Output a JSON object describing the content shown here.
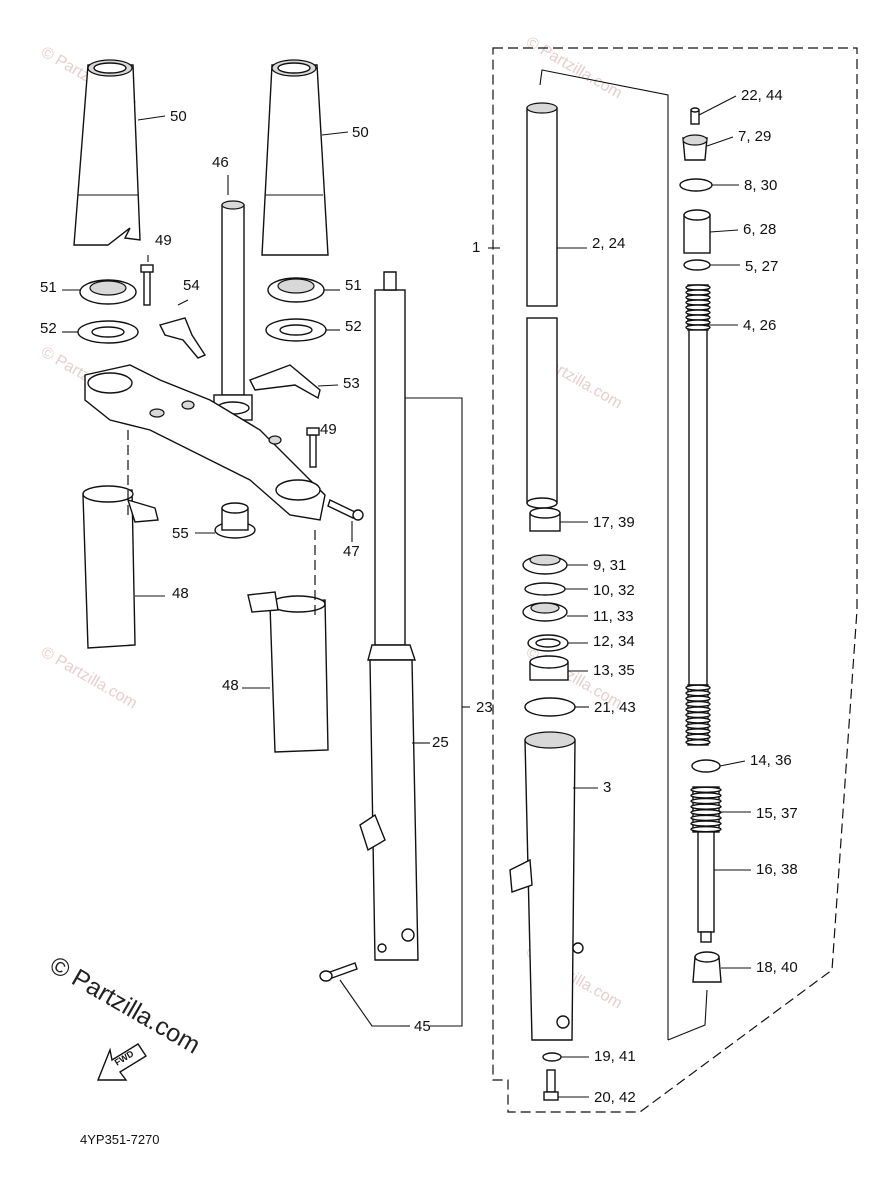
{
  "diagram": {
    "watermark": "© Partzilla.com",
    "logo": "© Partzilla.com",
    "code": "4YP351-7270",
    "fwd_label": "FWD",
    "labels": [
      {
        "text": "50",
        "part": "fork-boot-50-left"
      },
      {
        "text": "50",
        "part": "fork-boot-50-right"
      },
      {
        "text": "46",
        "part": "steering-stem-46"
      },
      {
        "text": "49",
        "part": "bolt-49-top"
      },
      {
        "text": "51",
        "part": "bearing-51-left"
      },
      {
        "text": "54",
        "part": "clip-54"
      },
      {
        "text": "51",
        "part": "bearing-51-right"
      },
      {
        "text": "52",
        "part": "seal-52-left"
      },
      {
        "text": "52",
        "part": "seal-52-right"
      },
      {
        "text": "53",
        "part": "clip-53"
      },
      {
        "text": "49",
        "part": "bolt-49-lower"
      },
      {
        "text": "55",
        "part": "collar-55"
      },
      {
        "text": "47",
        "part": "bolt-47"
      },
      {
        "text": "48",
        "part": "cover-48-left"
      },
      {
        "text": "48",
        "part": "cover-48-right"
      },
      {
        "text": "23",
        "part": "fork-assembly-23"
      },
      {
        "text": "25",
        "part": "fork-assembly-23"
      },
      {
        "text": "45",
        "part": "bolt-45"
      },
      {
        "text": "1",
        "part": "bracket-1"
      },
      {
        "text": "2, 24",
        "part": "inner-tube-2-24"
      },
      {
        "text": "22, 44",
        "part": "cap-22-44"
      },
      {
        "text": "7, 29",
        "part": "cap-bolt-7-29"
      },
      {
        "text": "8, 30",
        "part": "oring-8-30"
      },
      {
        "text": "6, 28",
        "part": "spacer-6-28"
      },
      {
        "text": "5, 27",
        "part": "washer-5-27"
      },
      {
        "text": "4, 26",
        "part": "spring-4-26"
      },
      {
        "text": "17, 39",
        "part": "bushing-17-39"
      },
      {
        "text": "9, 31",
        "part": "seal-9-31"
      },
      {
        "text": "10, 32",
        "part": "clip-10-32"
      },
      {
        "text": "11, 33",
        "part": "washer-11-33"
      },
      {
        "text": "12, 34",
        "part": "bushing-12-34"
      },
      {
        "text": "13, 35",
        "part": "bushing-13-35"
      },
      {
        "text": "21, 43",
        "part": "ring-21-43"
      },
      {
        "text": "14, 36",
        "part": "ring-14-36"
      },
      {
        "text": "3",
        "part": "outer-tube-3"
      },
      {
        "text": "15, 37",
        "part": "rebound-spring-15-37"
      },
      {
        "text": "16, 38",
        "part": "damper-rod-16-38"
      },
      {
        "text": "18, 40",
        "part": "lock-18-40"
      },
      {
        "text": "19, 41",
        "part": "washer-19-41"
      },
      {
        "text": "20, 42",
        "part": "bolt-20-42"
      }
    ]
  }
}
